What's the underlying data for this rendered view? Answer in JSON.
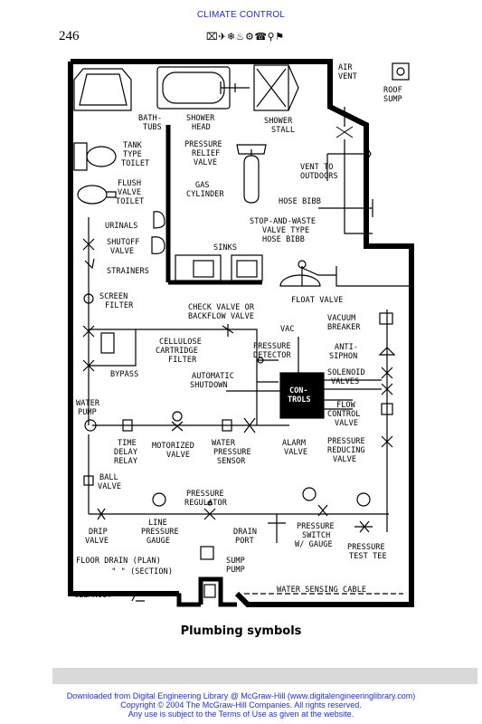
{
  "header": {
    "running_title": "CLIMATE CONTROL",
    "page_number": "246",
    "dingbat_row": "⌧✈❄♨⚙☎⚲⚑"
  },
  "diagram": {
    "labels": {
      "air_vent": [
        "AIR",
        "VENT"
      ],
      "roof_sump": [
        "ROOF",
        "SUMP"
      ],
      "bath_tubs": [
        "BATH-",
        "TUBS"
      ],
      "shower_head": [
        "SHOWER",
        "HEAD"
      ],
      "shower_stall": [
        "SHOWER",
        "STALL"
      ],
      "tank_toilet": [
        "TANK",
        "TYPE",
        "TOILET"
      ],
      "pressure_relief_valve": [
        "PRESSURE",
        "RELIEF",
        "VALVE"
      ],
      "vent_to_outdoors": [
        "VENT  TO",
        "OUTDOORS"
      ],
      "flush_toilet": [
        "FLUSH",
        "VALVE",
        "TOILET"
      ],
      "gas_cylinder": [
        "GAS",
        "CYLINDER"
      ],
      "hose_bibb": "HOSE BIBB",
      "urinals": "URINALS",
      "stop_waste": [
        "STOP-AND-WASTE",
        "VALVE  TYPE",
        "HOSE BIBB"
      ],
      "shutoff_valve": [
        "SHUTOFF",
        "VALVE"
      ],
      "sinks": "SINKS",
      "strainers": "STRAINERS",
      "float_valve": "FLOAT VALVE",
      "screen_filter": [
        "SCREEN",
        "FILTER"
      ],
      "check_valve": [
        "CHECK VALVE OR",
        "BACKFLOW VALVE"
      ],
      "vac": "VAC",
      "vacuum_breaker": [
        "VACUUM",
        "BREAKER"
      ],
      "cellulose_filter": [
        "CELLULOSE",
        "CARTRIDGE",
        "FILTER"
      ],
      "pressure_detector": [
        "PRESSURE",
        "DETECTOR"
      ],
      "anti_siphon": [
        "ANTI-",
        "SIPHON"
      ],
      "bypass": "BYPASS",
      "automatic_shutdown": [
        "AUTOMATIC",
        "SHUTDOWN"
      ],
      "solenoid_valves": [
        "SOLENOID",
        "VALVES"
      ],
      "controls": [
        "CON-",
        "TROLS"
      ],
      "water_pump": [
        "WATER",
        "PUMP"
      ],
      "flow_control": [
        "FLOW",
        "CONTROL",
        "VALVE"
      ],
      "time_delay": [
        "TIME",
        "DELAY",
        "RELAY"
      ],
      "motorized_valve": [
        "MOTORIZED",
        "VALVE"
      ],
      "water_pressure_sensor": [
        "WATER",
        "PRESSURE",
        "SENSOR"
      ],
      "alarm_valve": [
        "ALARM",
        "VALVE"
      ],
      "pressure_reducing": [
        "PRESSURE",
        "REDUCING",
        "VALVE"
      ],
      "ball_valve": [
        "BALL",
        "VALVE"
      ],
      "pressure_regulator": [
        "PRESSURE",
        "REGULATOR"
      ],
      "drip_valve": [
        "DRIP",
        "VALVE"
      ],
      "line_pressure_gauge": [
        "LINE",
        "PRESSURE",
        "GAUGE"
      ],
      "drain_port": [
        "DRAIN",
        "PORT"
      ],
      "pressure_switch": [
        "PRESSURE",
        "SWITCH",
        "W/ GAUGE"
      ],
      "pressure_test_tee": [
        "PRESSURE",
        "TEST TEE"
      ],
      "floor_drain": [
        "FLOOR  DRAIN (PLAN)",
        "  \"       \"   (SECTION)"
      ],
      "sump_pump": [
        "SUMP",
        "PUMP"
      ],
      "cleanout": "CLEANOUT",
      "water_sensing_cable": "WATER SENSING CABLE"
    }
  },
  "caption": "Plumbing symbols",
  "footer": {
    "line1": "Downloaded from Digital Engineering Library @ McGraw-Hill (www.digitalengineeringlibrary.com)",
    "line2": "Copyright © 2004 The McGraw-Hill Companies. All rights reserved.",
    "line3": "Any use is subject to the Terms of Use as given at the website."
  }
}
